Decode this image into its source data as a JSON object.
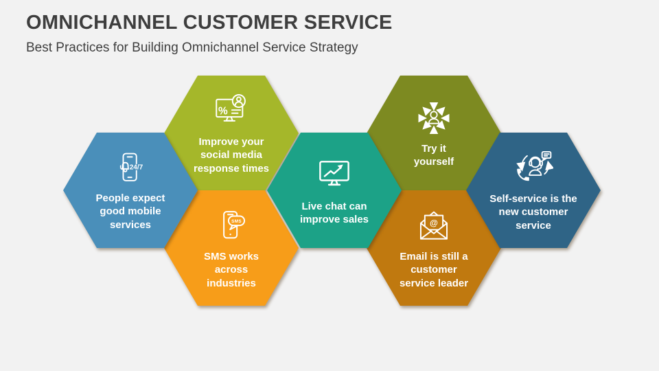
{
  "slide": {
    "title": "OMNICHANNEL CUSTOMER SERVICE",
    "subtitle": "Best Practices for Building Omnichannel Service Strategy",
    "background": "#f2f2f2",
    "title_color": "#3e3e3e",
    "label_color": "#ffffff"
  },
  "hexagons": [
    {
      "name": "mobile",
      "label": "People expect\ngood mobile\nservices",
      "color": "#4a8fba",
      "icon": "mobile-24-7-icon",
      "icon_text": "24/7"
    },
    {
      "name": "social-media",
      "label": "Improve your\nsocial media\nresponse times",
      "color": "#a5b72a",
      "icon": "social-media-monitor-icon",
      "icon_text": "%"
    },
    {
      "name": "sms",
      "label": "SMS works\nacross\nindustries",
      "color": "#f79d19",
      "icon": "sms-phone-icon",
      "icon_text": "SMS"
    },
    {
      "name": "live-chat",
      "label": "Live chat can\nimprove sales",
      "color": "#1ca287",
      "icon": "sales-growth-monitor-icon"
    },
    {
      "name": "try-it-yourself",
      "label": "Try it\nyourself",
      "color": "#7d8a21",
      "icon": "person-arrows-icon"
    },
    {
      "name": "email",
      "label": "Email is still a\ncustomer\nservice leader",
      "color": "#c0790f",
      "icon": "open-email-at-icon",
      "icon_text": "@"
    },
    {
      "name": "self-service",
      "label": "Self-service is the\nnew customer\nservice",
      "color": "#2f6486",
      "icon": "customer-support-agent-icon"
    }
  ]
}
